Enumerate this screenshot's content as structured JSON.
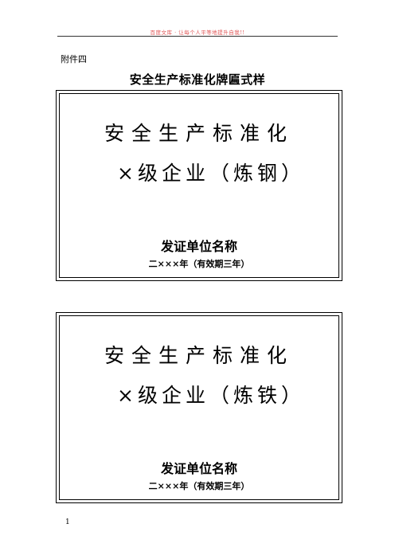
{
  "header": {
    "watermark_text": "百度文库 · 让每个人平等地提升自我!!"
  },
  "attachment_label": "附件四",
  "title": "安全生产标准化牌匾式样",
  "plaques": [
    {
      "line1": "安全生产标准化",
      "line2": "×级企业（炼钢）",
      "issuer": "发证单位名称",
      "validity": "二×××年（有效期三年）"
    },
    {
      "line1": "安全生产标准化",
      "line2": "×级企业（炼铁）",
      "issuer": "发证单位名称",
      "validity": "二×××年（有效期三年）"
    }
  ],
  "page_number": "1"
}
